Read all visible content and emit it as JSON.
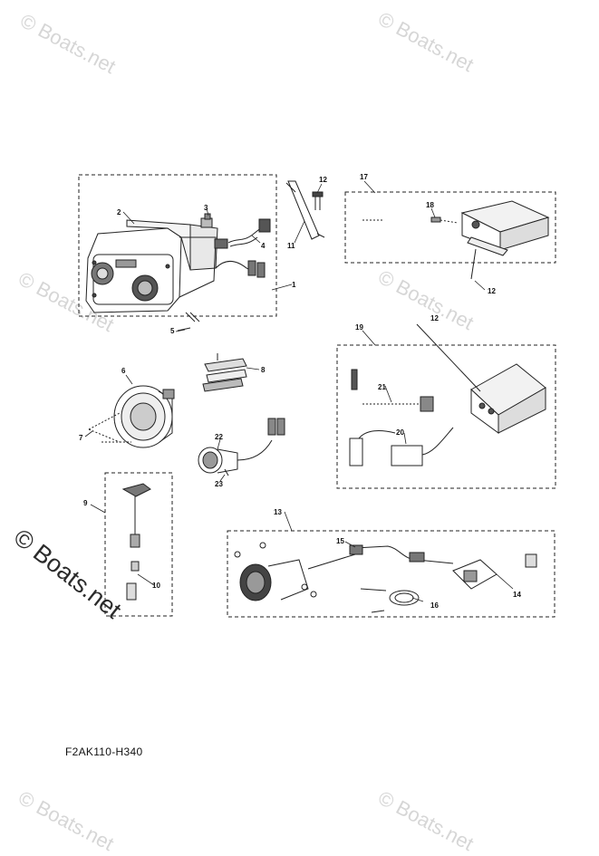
{
  "watermark": {
    "text": "© Boats.net"
  },
  "diagram_code": "F2AK110-H340",
  "callouts": {
    "c1": "1",
    "c2": "2",
    "c3": "3",
    "c4": "4",
    "c5": "5",
    "c6": "6",
    "c7": "7",
    "c8": "8",
    "c9": "9",
    "c10": "10",
    "c11": "11",
    "c12a": "12",
    "c12b": "12",
    "c12c": "12",
    "c13": "13",
    "c14": "14",
    "c15": "15",
    "c16": "16",
    "c17": "17",
    "c18": "18",
    "c19": "19",
    "c20": "20",
    "c21": "21",
    "c22": "22",
    "c23": "23"
  }
}
